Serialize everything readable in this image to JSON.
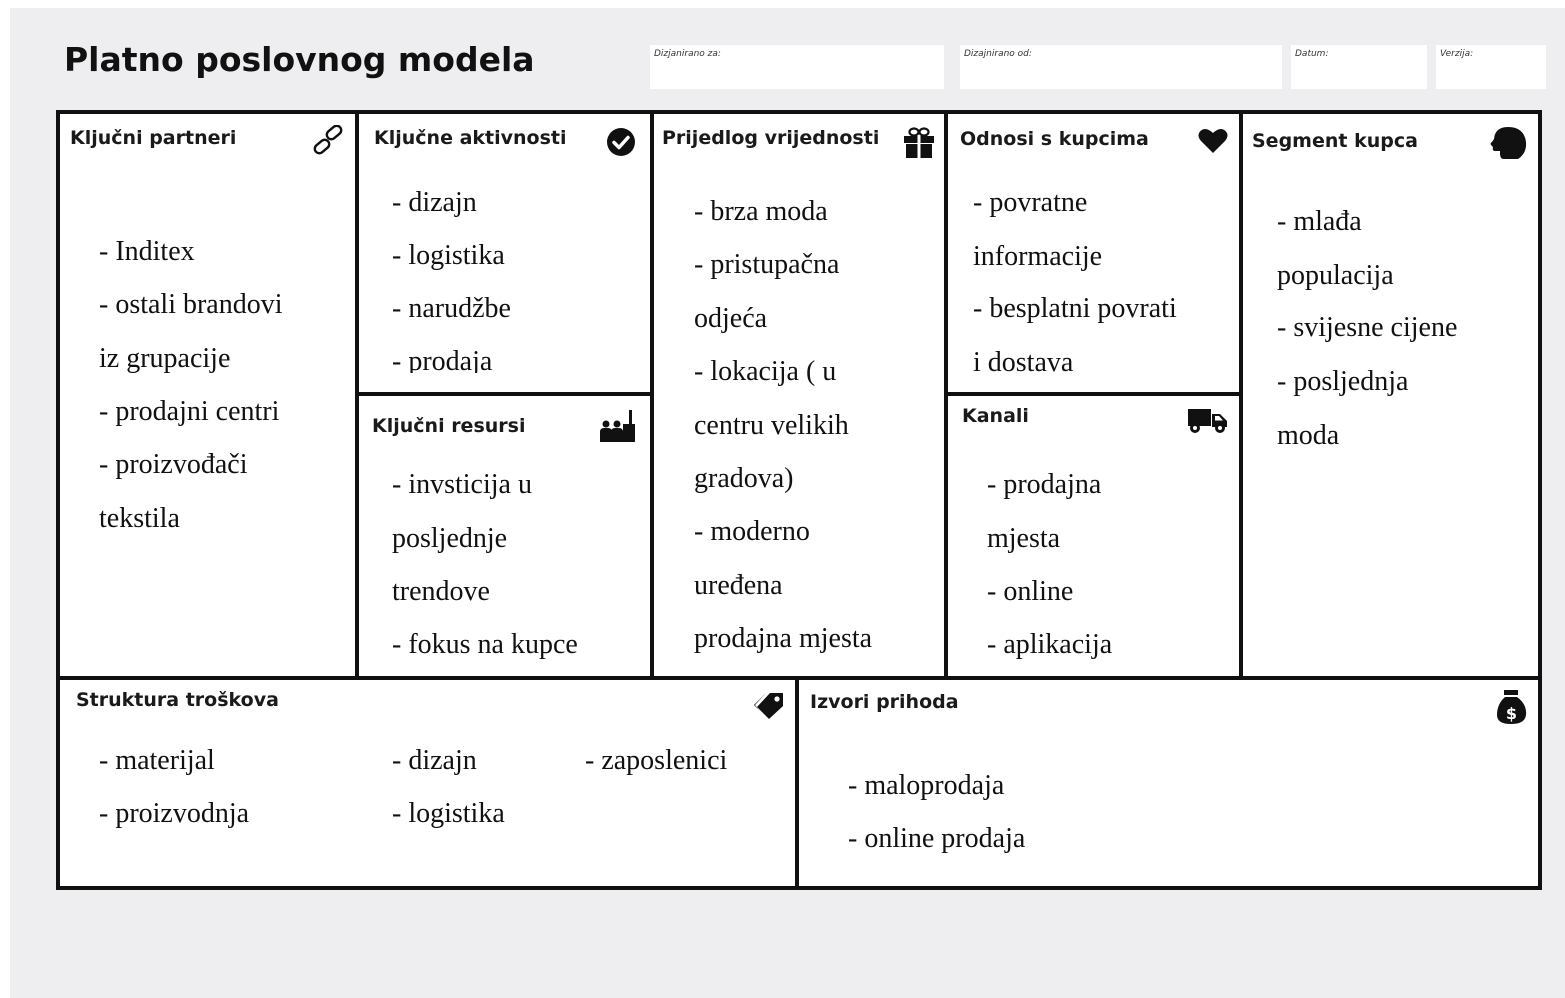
{
  "title": "Platno poslovnog modela",
  "meta": {
    "designed_for": "Dizjanirano za:",
    "designed_by": "Dizajnirano od:",
    "date": "Datum:",
    "version": "Verzija:"
  },
  "key_partners": {
    "title": "Ključni partneri",
    "icon": "link-icon",
    "items": [
      "- Inditex",
      "- ostali brandovi\niz grupacije",
      "- prodajni centri",
      "- proizvođači\ntekstila"
    ]
  },
  "key_activities": {
    "title": "Ključne aktivnosti",
    "icon": "check-circle-icon",
    "items": [
      "- dizajn",
      "- logistika",
      "- narudžbe",
      "- prodaja"
    ]
  },
  "key_resources": {
    "title": "Ključni resursi",
    "icon": "factory-workers-icon",
    "items": [
      "- invsticija u\nposljednje\ntrendove",
      "- fokus na kupce"
    ]
  },
  "value_proposition": {
    "title": "Prijedlog vrijednosti",
    "icon": "gift-icon",
    "items": [
      "- brza moda",
      "- pristupačna\nodjeća",
      "- lokacija ( u\ncentru velikih\ngradova)",
      "- moderno\nuređena\nprodajna mjesta"
    ]
  },
  "customer_relationships": {
    "title": "Odnosi s kupcima",
    "icon": "heart-icon",
    "items": [
      "- povratne\ninformacije",
      "- besplatni povrati\ni dostava"
    ]
  },
  "channels": {
    "title": "Kanali",
    "icon": "truck-icon",
    "items": [
      "- prodajna\nmjesta",
      "- online",
      "- aplikacija"
    ]
  },
  "customer_segments": {
    "title": "Segment kupca",
    "icon": "head-icon",
    "items": [
      "- mlađa\npopulacija",
      "- svijesne cijene",
      "- posljednja\nmoda"
    ]
  },
  "cost_structure": {
    "title": "Struktura troškova",
    "icon": "tag-icon",
    "col1": [
      "- materijal",
      "- proizvodnja"
    ],
    "col2": [
      "- dizajn",
      "- logistika"
    ],
    "col3": [
      "- zaposlenici"
    ]
  },
  "revenue_streams": {
    "title": "Izvori prihoda",
    "icon": "money-bag-icon",
    "items": [
      "- maloprodaja",
      "- online prodaja"
    ]
  }
}
